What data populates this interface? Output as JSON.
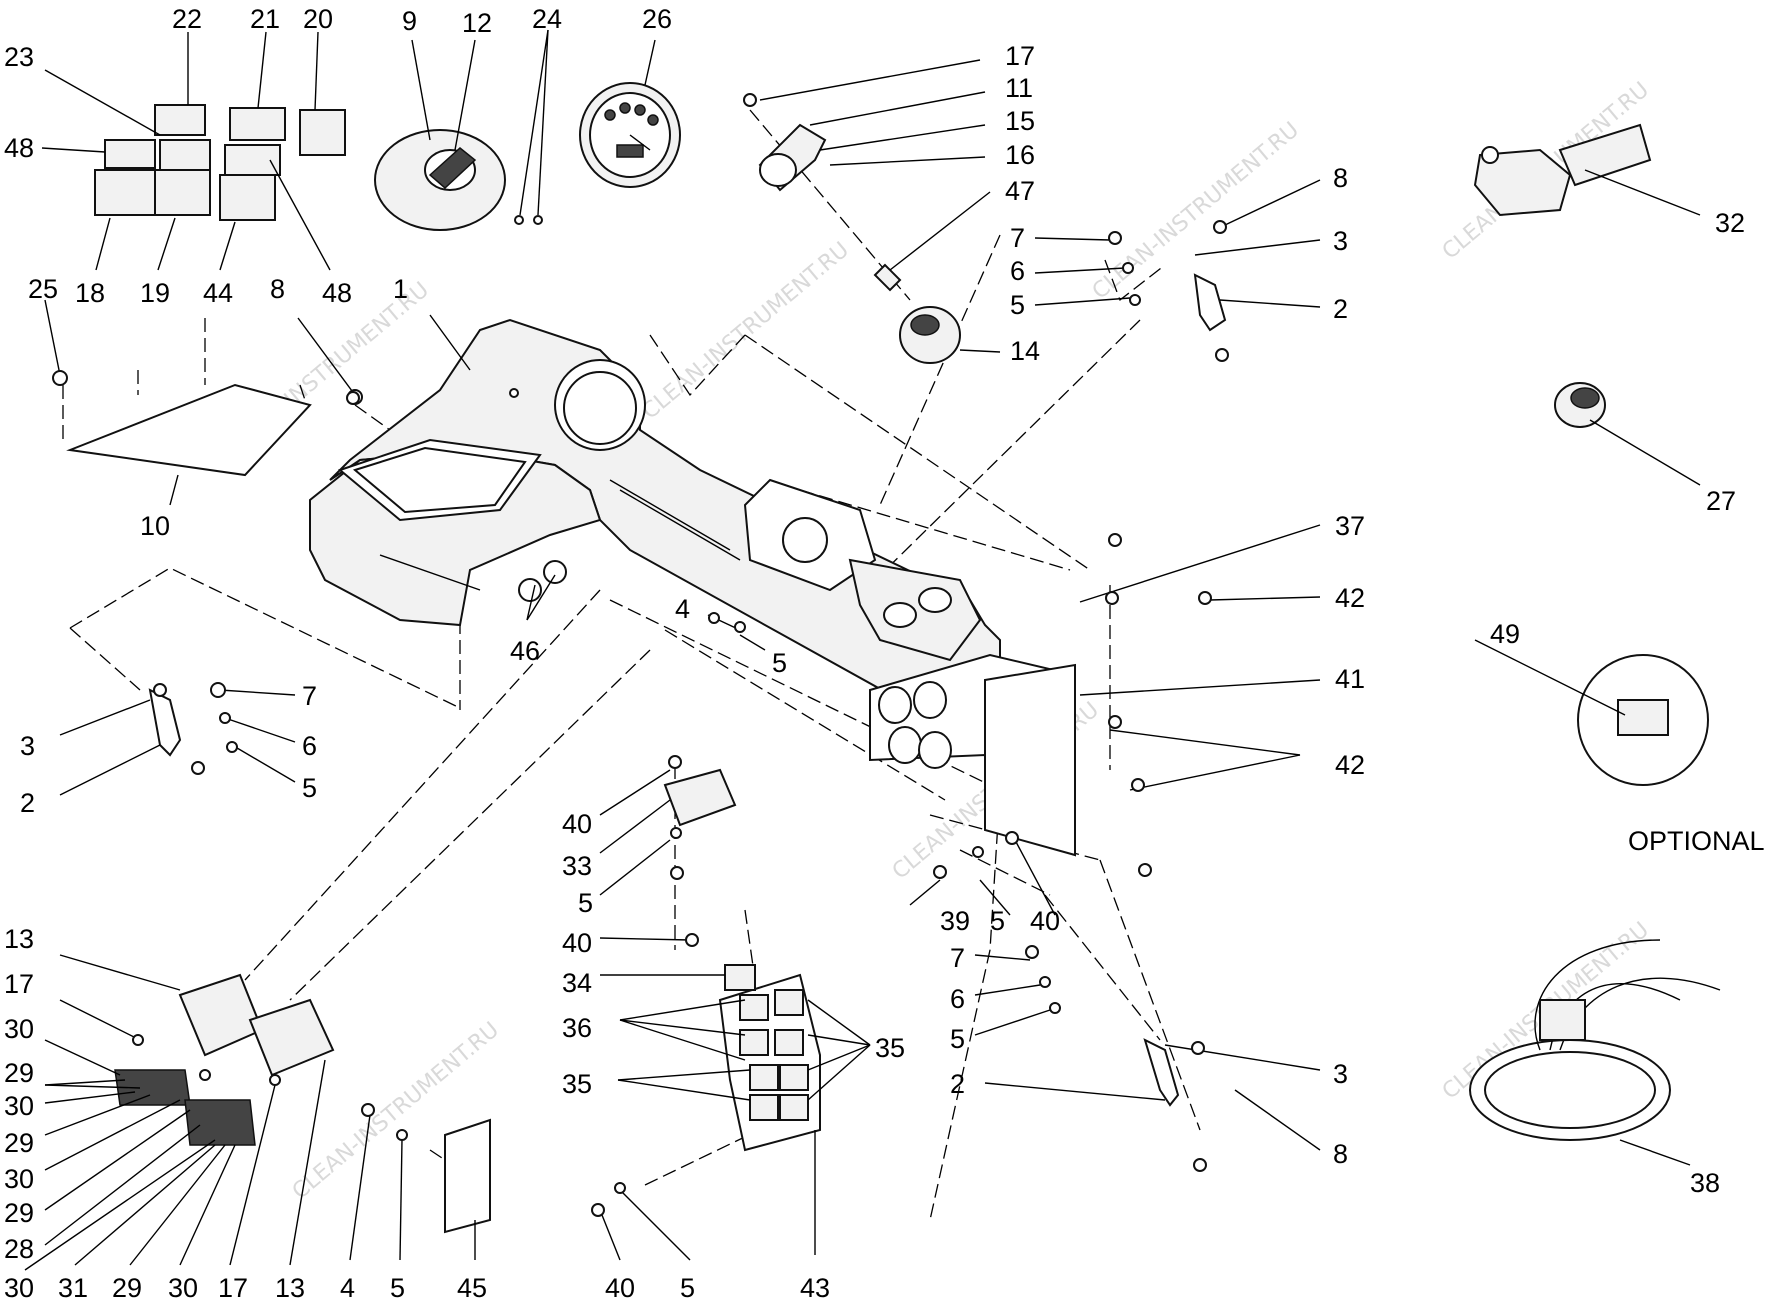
{
  "labels": {
    "p1": "1",
    "p2": "2",
    "p3": "3",
    "p4": "4",
    "p5": "5",
    "p6": "6",
    "p7": "7",
    "p8": "8",
    "p9": "9",
    "p10": "10",
    "p11": "11",
    "p12": "12",
    "p13": "13",
    "p14": "14",
    "p15": "15",
    "p16": "16",
    "p17": "17",
    "p18": "18",
    "p19": "19",
    "p20": "20",
    "p21": "21",
    "p22": "22",
    "p23": "23",
    "p24": "24",
    "p25": "25",
    "p26": "26",
    "p27": "27",
    "p28": "28",
    "p29": "29",
    "p30": "30",
    "p31": "31",
    "p32": "32",
    "p33": "33",
    "p34": "34",
    "p35": "35",
    "p36": "36",
    "p37": "37",
    "p38": "38",
    "p39": "39",
    "p40": "40",
    "p41": "41",
    "p42": "42",
    "p43": "43",
    "p44": "44",
    "p45": "45",
    "p46": "46",
    "p47": "47",
    "p48": "48",
    "p49": "49"
  },
  "optional_text": "OPTIONAL",
  "watermark_text": "CLEAN-INSTRUMENT.RU"
}
